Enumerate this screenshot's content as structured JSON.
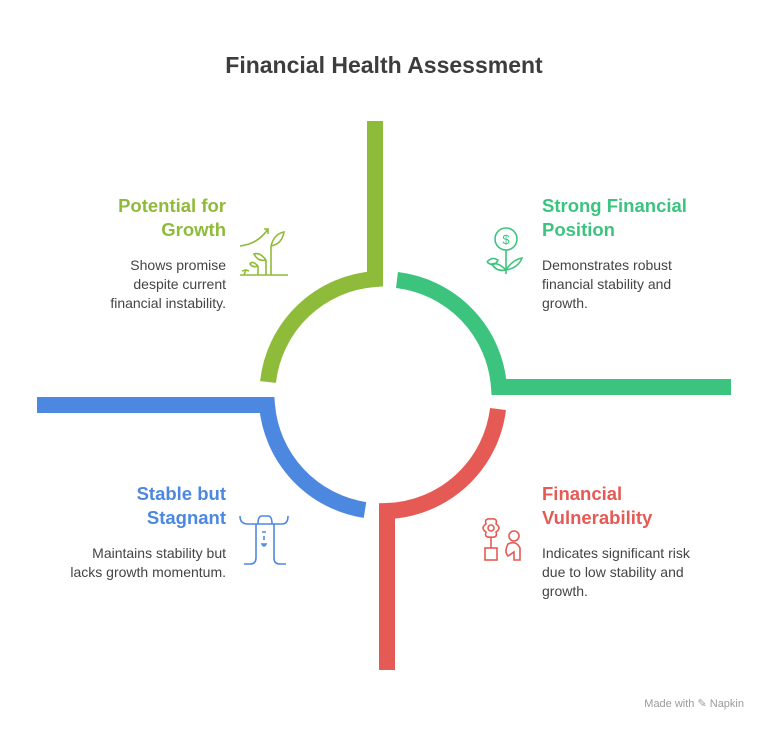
{
  "title": "Financial Health Assessment",
  "quadrants": {
    "growth": {
      "heading": "Potential for Growth",
      "heading_l1": "Potential for",
      "heading_l2": "Growth",
      "description": "Shows promise despite current financial instability.",
      "color": "#8fbb3a",
      "icon": "plant-growth-icon"
    },
    "strong": {
      "heading": "Strong Financial Position",
      "heading_l1": "Strong Financial",
      "heading_l2": "Position",
      "description": "Demonstrates robust financial stability and growth.",
      "color": "#3cc47f",
      "icon": "money-plant-icon"
    },
    "stagnant": {
      "heading": "Stable but Stagnant",
      "heading_l1": "Stable but",
      "heading_l2": "Stagnant",
      "description": "Maintains stability but lacks growth momentum.",
      "color": "#4d88e0",
      "icon": "bare-tree-icon"
    },
    "vulnerable": {
      "heading": "Financial Vulnerability",
      "heading_l1": "Financial",
      "heading_l2": "Vulnerability",
      "description": "Indicates significant risk due to low stability and growth.",
      "color": "#e55a54",
      "icon": "wilting-flower-person-icon"
    }
  },
  "footer": "Made with ✎ Napkin"
}
